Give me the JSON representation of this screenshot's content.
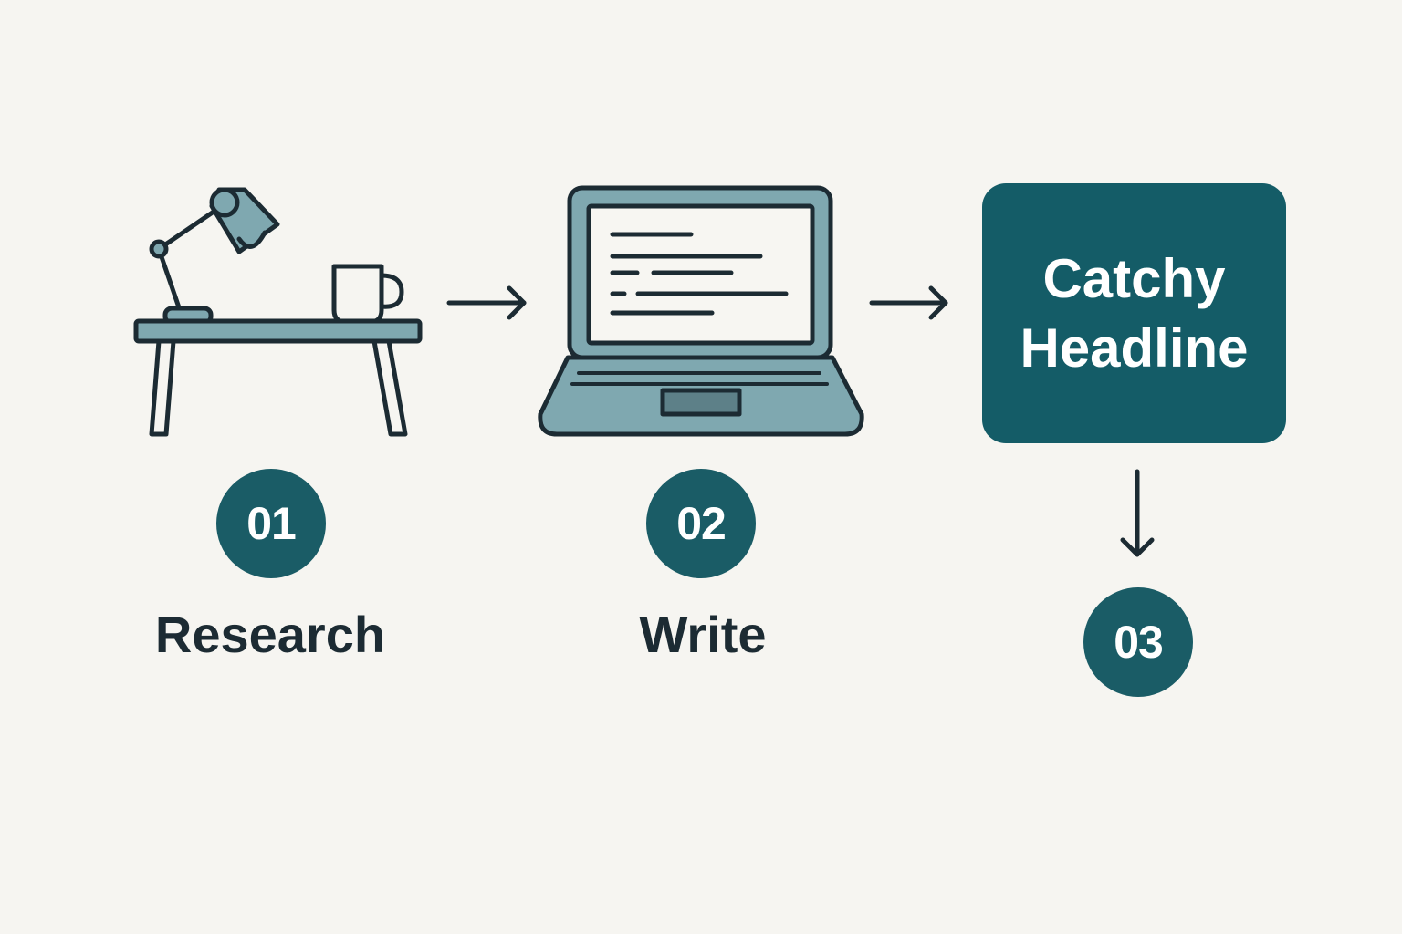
{
  "steps": [
    {
      "number": "01",
      "label": "Research",
      "icon": "desk-lamp-mug-icon"
    },
    {
      "number": "02",
      "label": "Write",
      "icon": "laptop-icon"
    },
    {
      "number": "03",
      "label": "",
      "icon": "headline-card"
    }
  ],
  "headline": {
    "line1": "Catchy",
    "line2": "Headline"
  },
  "colors": {
    "background": "#f6f5f1",
    "accent": "#1a5c66",
    "ink": "#1c2b33",
    "muted_teal": "#7fa8b0",
    "screen": "#f7f6f2"
  }
}
